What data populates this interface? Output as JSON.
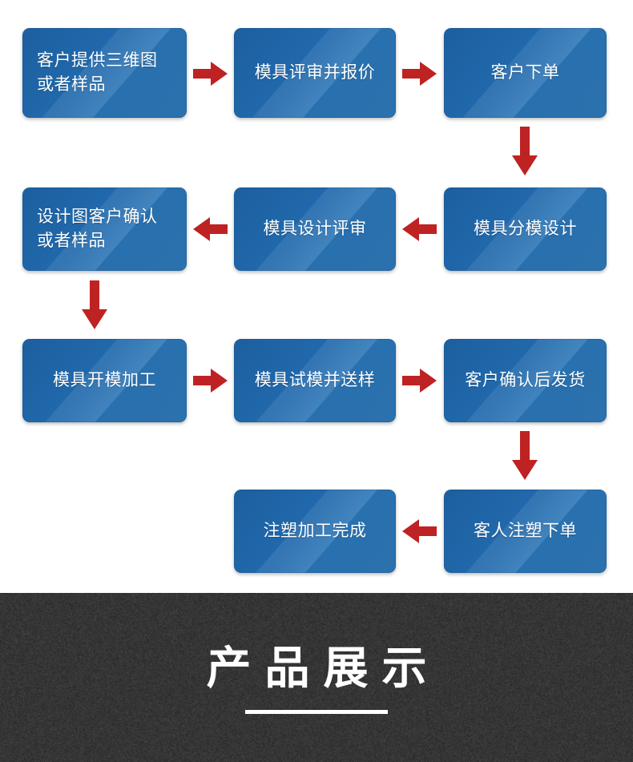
{
  "diagram": {
    "title_note": "Mold & injection molding order process flowchart",
    "box_color": "#216aad",
    "box_highlight_color": "#3878b0",
    "arrow_color": "#bf2222",
    "text_color": "#ffffff",
    "nodes": [
      {
        "id": "n1",
        "label": "客户提供三维图\n或者样品",
        "row": 1,
        "col": 1
      },
      {
        "id": "n2",
        "label": "模具评审并报价",
        "row": 1,
        "col": 2
      },
      {
        "id": "n3",
        "label": "客户下单",
        "row": 1,
        "col": 3
      },
      {
        "id": "n4",
        "label": "设计图客户确认\n或者样品",
        "row": 2,
        "col": 1
      },
      {
        "id": "n5",
        "label": "模具设计评审",
        "row": 2,
        "col": 2
      },
      {
        "id": "n6",
        "label": "模具分模设计",
        "row": 2,
        "col": 3
      },
      {
        "id": "n7",
        "label": "模具开模加工",
        "row": 3,
        "col": 1
      },
      {
        "id": "n8",
        "label": "模具试模并送样",
        "row": 3,
        "col": 2
      },
      {
        "id": "n9",
        "label": "客户确认后发货",
        "row": 3,
        "col": 3
      },
      {
        "id": "n10",
        "label": "注塑加工完成",
        "row": 4,
        "col": 2
      },
      {
        "id": "n11",
        "label": "客人注塑下单",
        "row": 4,
        "col": 3
      }
    ],
    "arrows": [
      {
        "id": "a1",
        "from": "n1",
        "to": "n2",
        "direction": "right"
      },
      {
        "id": "a2",
        "from": "n2",
        "to": "n3",
        "direction": "right"
      },
      {
        "id": "a3",
        "from": "n3",
        "to": "n6",
        "direction": "down"
      },
      {
        "id": "a4",
        "from": "n6",
        "to": "n5",
        "direction": "left"
      },
      {
        "id": "a5",
        "from": "n5",
        "to": "n4",
        "direction": "left"
      },
      {
        "id": "a6",
        "from": "n4",
        "to": "n7",
        "direction": "down"
      },
      {
        "id": "a7",
        "from": "n7",
        "to": "n8",
        "direction": "right"
      },
      {
        "id": "a8",
        "from": "n8",
        "to": "n9",
        "direction": "right"
      },
      {
        "id": "a9",
        "from": "n9",
        "to": "n11",
        "direction": "down"
      },
      {
        "id": "a10",
        "from": "n11",
        "to": "n10",
        "direction": "left"
      }
    ]
  },
  "banner": {
    "title": "产品展示",
    "background_color": "#2e2e2e",
    "text_color": "#ffffff"
  }
}
